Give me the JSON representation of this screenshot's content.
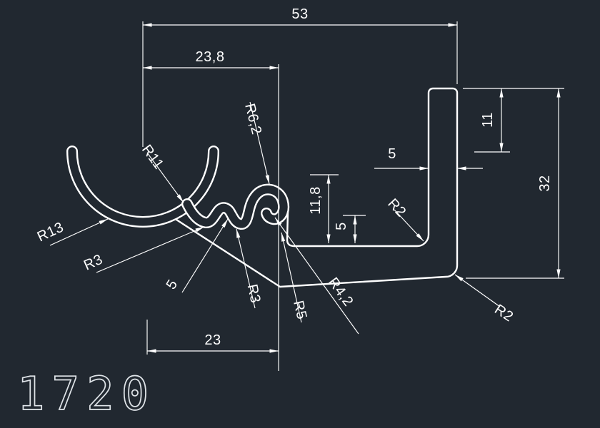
{
  "drawing": {
    "part_number": "1720",
    "type": "profile-cross-section"
  },
  "colors": {
    "background": "#212830",
    "lines": "#ffffff",
    "part_number_text": "#dfe4e8"
  },
  "labels": {
    "dim_width_top": "53",
    "dim_width_upper": "23,8",
    "dim_width_bottom": "23",
    "dim_depth_right": "11",
    "dim_wall_thickness": "5",
    "dim_height_right": "32",
    "dim_hook_height": "11,8",
    "dim_hook_gap": "5",
    "dim_web_leader": "5",
    "radius_curl": "R6,2",
    "radius_inner_bowl": "R11",
    "radius_outer_bowl": "R13",
    "radius_wave_left": "R3",
    "radius_wave_mid": "R3",
    "radius_hook_outer": "R5",
    "radius_hook_inner": "R4,2",
    "radius_corner_inner": "R2",
    "radius_corner_outer": "R2",
    "part_number": "1720"
  }
}
